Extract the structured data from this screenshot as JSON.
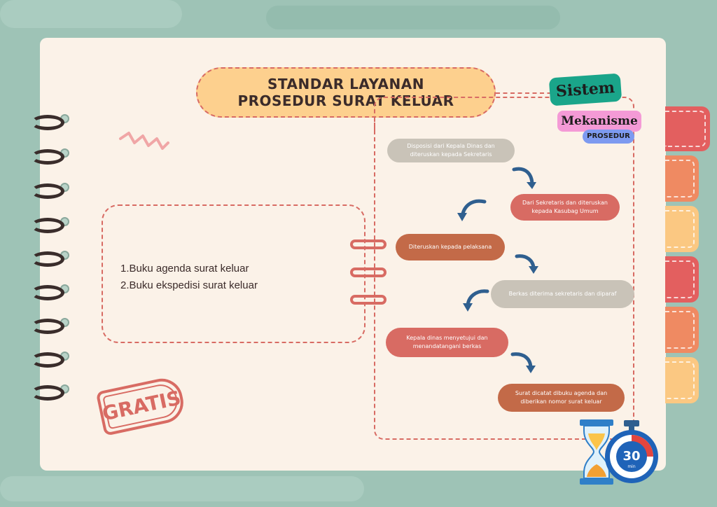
{
  "title": {
    "line1": "STANDAR LAYANAN",
    "line2": "PROSEDUR SURAT KELUAR"
  },
  "labels": {
    "sistem": "Sistem",
    "mekanisme": "Mekanisme",
    "prosedur": "PROSEDUR"
  },
  "list_items": [
    "1.Buku agenda surat keluar",
    "2.Buku ekspedisi surat keluar"
  ],
  "steps": [
    "Disposisi dari Kepala Dinas dan diteruskan kepada Sekretaris",
    "Dari Sekretaris dan diteruskan kepada Kasubag Umum",
    "Diteruskan kepada pelaksana",
    "Berkas diterima sekretaris dan diparaf",
    "Kepala dinas menyetujui dan menandatangani berkas",
    "Surat dicatat dibuku agenda dan diberikan nomor surat keluar"
  ],
  "stamp": "GRATIS",
  "timer": {
    "value": "30",
    "unit": "min"
  },
  "icons": [
    "hourglass-icon",
    "stopwatch-icon",
    "arrow-icon",
    "zigzag-icon"
  ],
  "colors": {
    "background": "#9ec3b6",
    "paper": "#fbf2e8",
    "accent_red": "#d86b63",
    "title_fill": "#fdd08e",
    "sistem_green": "#1aa58a",
    "mekanisme_pink": "#f49ad6",
    "prosedur_blue": "#7d9af0",
    "arrow_blue": "#2f5f8f"
  }
}
